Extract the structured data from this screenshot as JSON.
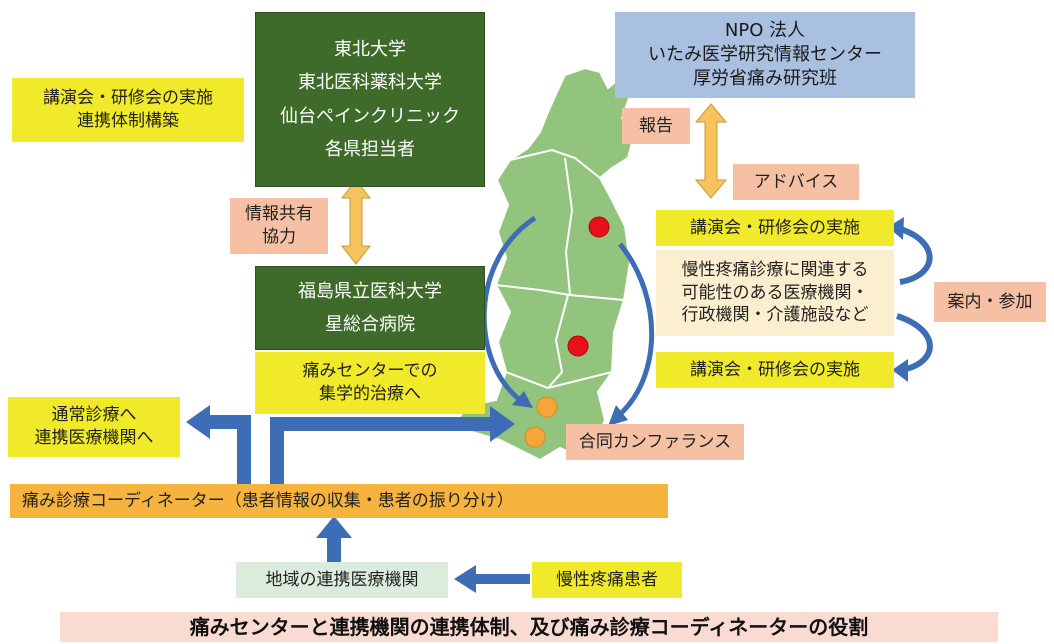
{
  "diagram": {
    "colors": {
      "dark_green": "#3f6b2a",
      "yellow": "#f0ea2a",
      "salmon": "#f5c0a4",
      "blue": "#a9c0e0",
      "beige": "#fcefd0",
      "orange": "#f6b33e",
      "mint": "#dcecdc",
      "pink": "#fadbd1",
      "arrow_blue": "#3d6db5",
      "arrow_yellow": "#f6c35c",
      "map_green": "#93c47d",
      "marker_red": "#e8111b",
      "marker_orange": "#f4a63a"
    },
    "universities": {
      "lines": [
        "東北大学",
        "東北医科薬科大学",
        "仙台ペインクリニック",
        "各県担当者"
      ]
    },
    "lecture_note": {
      "lines": [
        "講演会・研修会の実施",
        "連携体制構築"
      ]
    },
    "info_share": {
      "lines": [
        "情報共有",
        "協力"
      ]
    },
    "fukushima": {
      "lines": [
        "福島県立医科大学",
        "星総合病院"
      ]
    },
    "pain_center": {
      "lines": [
        "痛みセンターでの",
        "集学的治療へ"
      ]
    },
    "npo": {
      "lines": [
        "NPO 法人",
        "いたみ医学研究情報センター",
        "厚労省痛み研究班"
      ]
    },
    "report": "報告",
    "advice": "アドバイス",
    "lecture_top": "講演会・研修会の実施",
    "institutions": {
      "lines": [
        "慢性疼痛診療に関連する",
        "可能性のある医療機関・",
        "行政機関・介護施設など"
      ]
    },
    "lecture_bottom": "講演会・研修会の実施",
    "guidance": "案内・参加",
    "conference": "合同カンファランス",
    "normal_care": {
      "lines": [
        "通常診療へ",
        "連携医療機関へ"
      ]
    },
    "coordinator": "痛み診療コーディネーター（患者情報の収集・患者の振り分け）",
    "regional": "地域の連携医療機関",
    "patient": "慢性疼痛患者",
    "caption": "痛みセンターと連携機関の連携体制、及び痛み診療コーディネーターの役割"
  }
}
